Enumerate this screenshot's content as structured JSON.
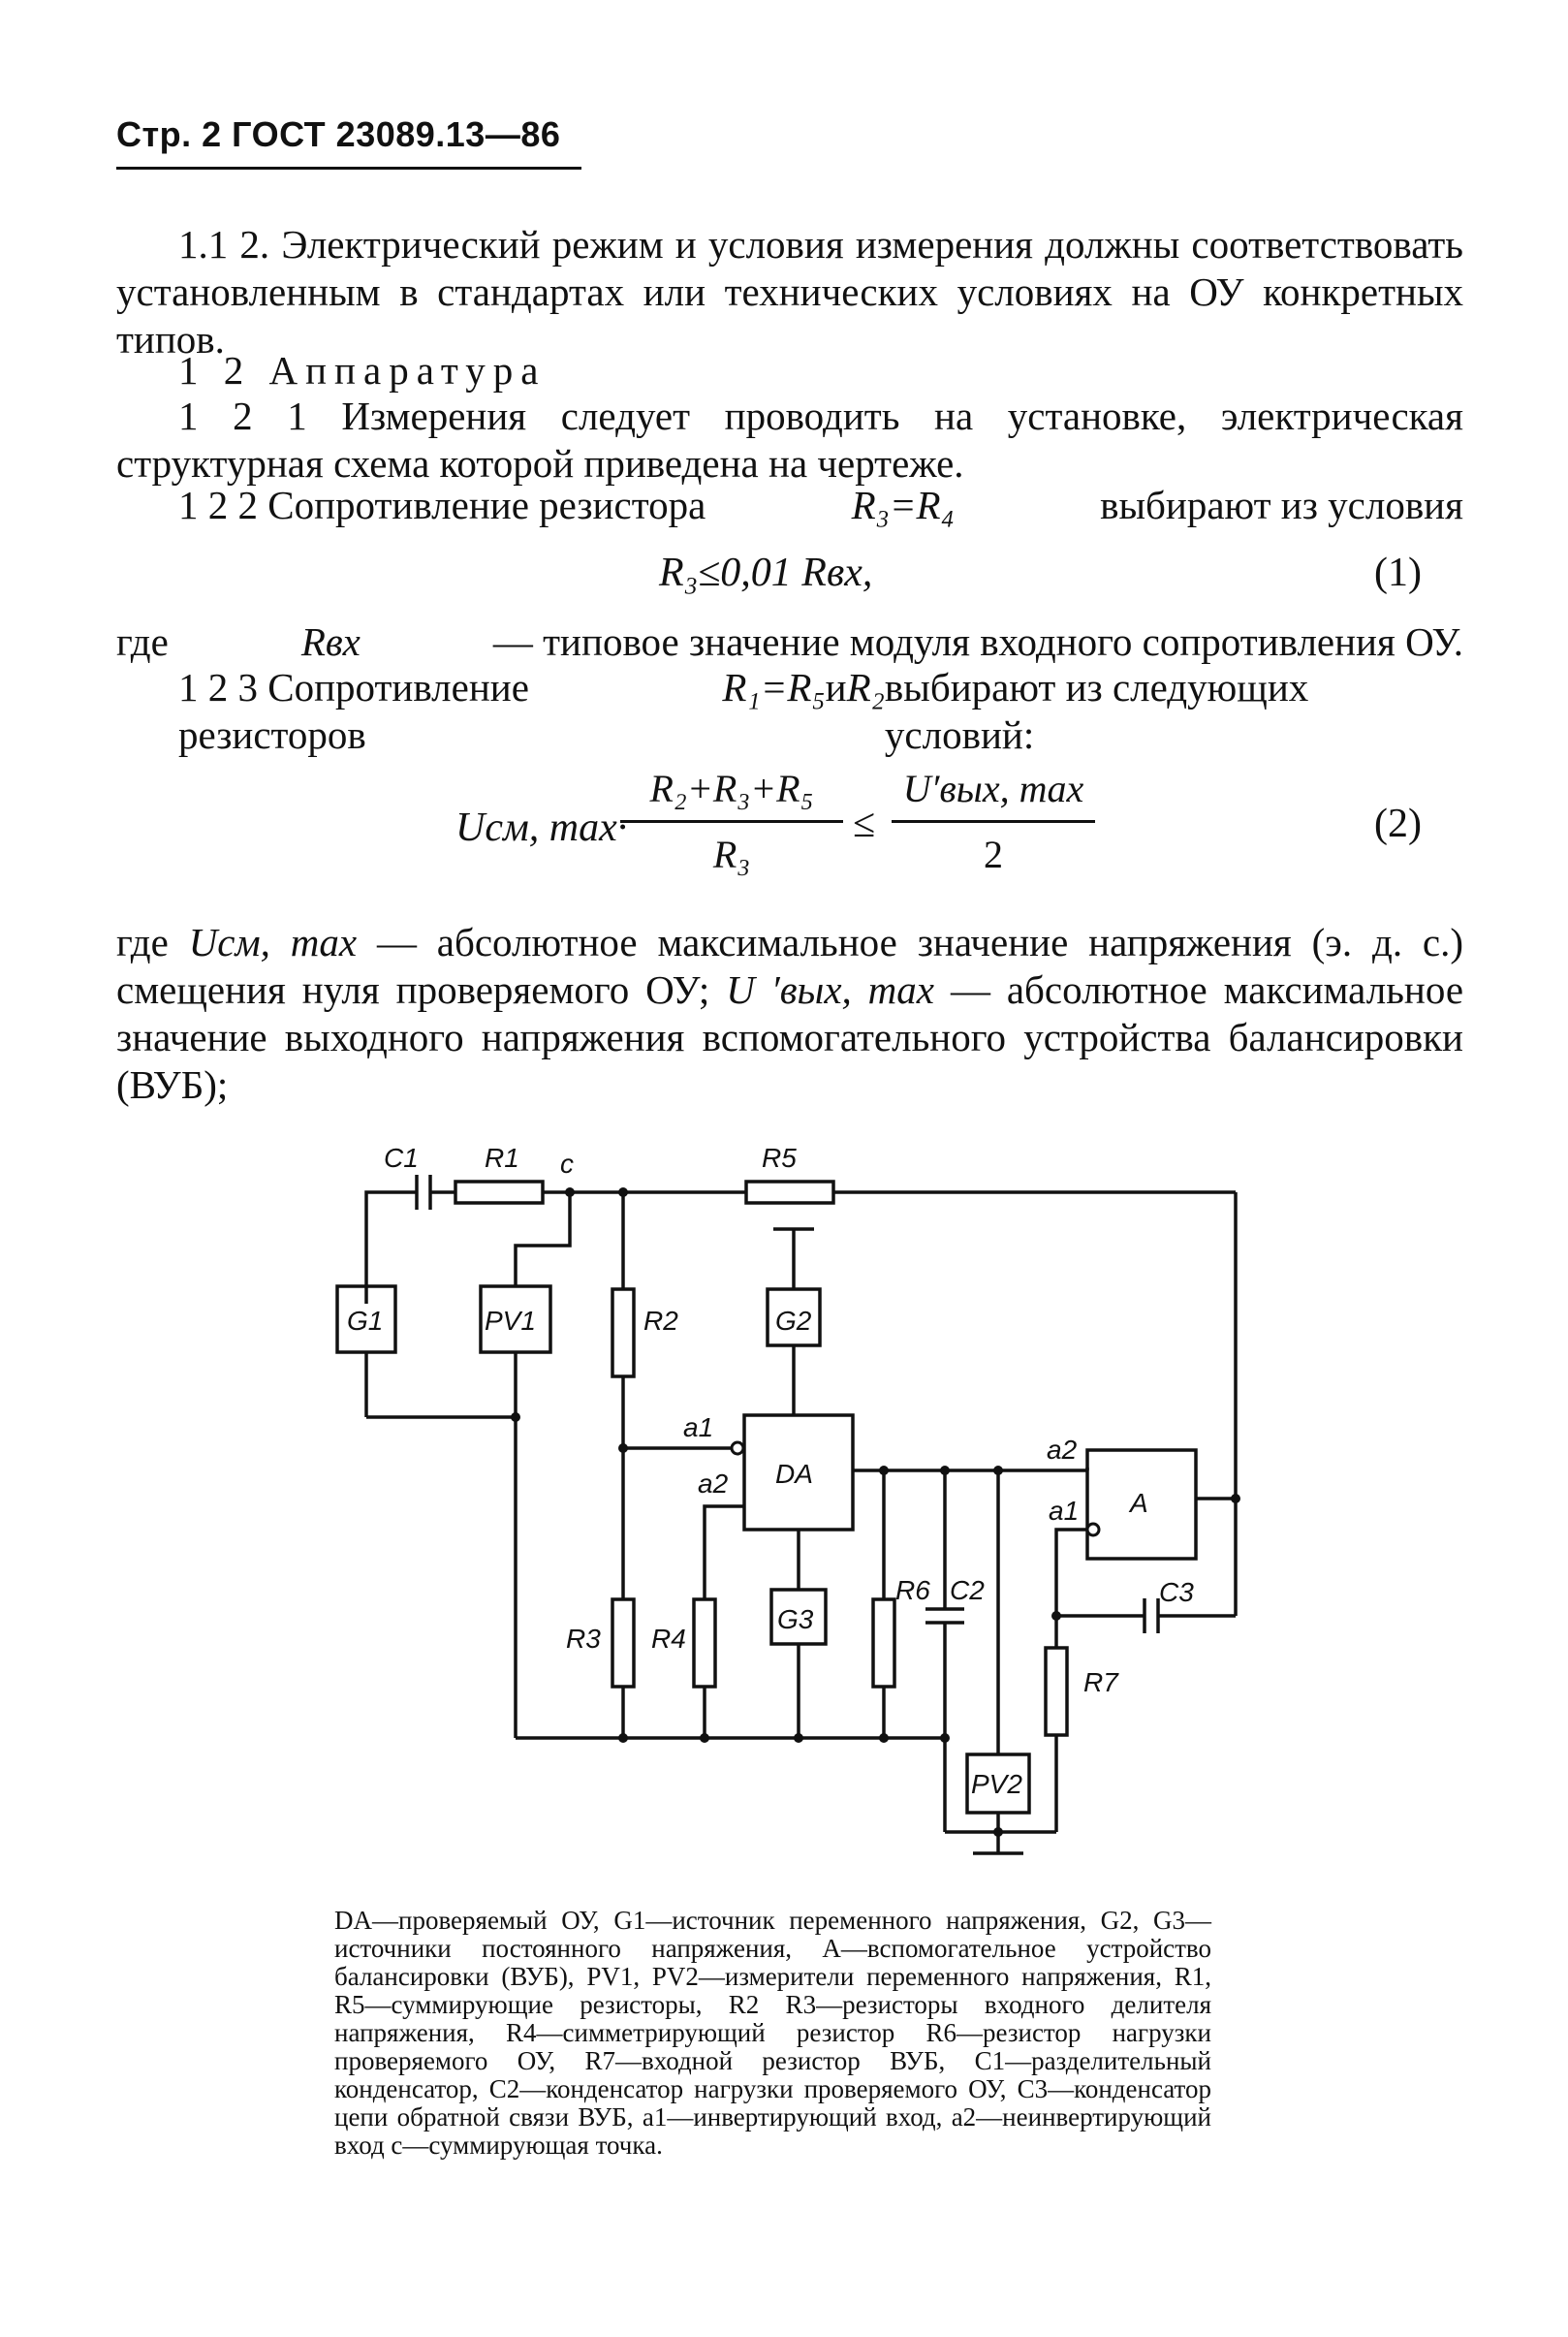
{
  "header": {
    "text": "Стр. 2 ГОСТ 23089.13—86"
  },
  "paragraphs": {
    "p1_1_2": "1.1 2. Электрический режим и условия измерения должны соответствовать установленным в стандартах или технических условиях на ОУ конкретных типов.",
    "p1_2": "1 2 Аппаратура",
    "p1_2_1": "1 2 1 Измерения следует проводить на установке, электрическая структурная схема которой приведена на чертеже.",
    "p1_2_2_a": "1 2 2 Сопротивление резистора",
    "p1_2_2_b": "выбирают из условия",
    "p_where1_a": "где",
    "p_where1_b": "— типовое значение модуля входного сопротивления ОУ.",
    "p1_2_3_a": "1 2 3 Сопротивление резисторов",
    "p1_2_3_b": "и",
    "p1_2_3_c": "выбирают из следующих условий:",
    "p_where2_a": "где",
    "p_where2_b": "— абсолютное максимальное значение напряжения (э. д. с.) смещения нуля проверяемого ОУ;",
    "p_where2_c": "— абсолютное максимальное значение выходного напряжения вспомогательного устройства балансировки (ВУБ);"
  },
  "formulas": {
    "f1": {
      "text": "R₃≤0,01 Rвх,",
      "number": "(1)"
    },
    "f2": {
      "prefix": "Uсм, max·",
      "numerator": "R₂+R₃+R₅",
      "denominator": "R₃",
      "relation": "≤",
      "rhs_numerator": "U′вых, max",
      "rhs_denominator": "2",
      "number": "(2)"
    },
    "inline": {
      "r3_eq_r4": "R₃=R₄",
      "r_vx": "Rвх",
      "r1_eq_r5": "R₁=R₅",
      "r2": "R₂",
      "u_sm_max": "Uсм, max",
      "u_vyx_max": "U ′вых, max"
    }
  },
  "circuit": {
    "labels": {
      "C1": "C1",
      "R1": "R1",
      "c": "c",
      "R5": "R5",
      "G1": "G1",
      "PV1": "PV1",
      "R2": "R2",
      "G2": "G2",
      "a1_da": "a1",
      "a2_da": "a2",
      "DA": "DA",
      "a2_a": "a2",
      "a1_a": "a1",
      "A": "A",
      "R3": "R3",
      "R4": "R4",
      "G3": "G3",
      "R6": "R6",
      "C2": "C2",
      "C3": "C3",
      "R7": "R7",
      "PV2": "PV2"
    }
  },
  "caption": {
    "text": "DA—проверяемый ОУ, G1—источник переменного напряжения, G2, G3—источники постоянного напряжения, A—вспомогательное устройство балансировки (ВУБ), PV1, PV2—измерители переменного напряжения, R1, R5—суммирующие резисторы, R2 R3—резисторы входного делителя напряжения, R4—симметрирующий резистор R6—резистор нагрузки проверяемого ОУ, R7—входной резистор ВУБ, C1—разделительный конденсатор, C2—конденсатор нагрузки проверяемого ОУ, C3—конденсатор цепи обратной связи ВУБ, a1—инвертирующий вход, a2—неинвертирующий вход c—суммирующая точка."
  }
}
